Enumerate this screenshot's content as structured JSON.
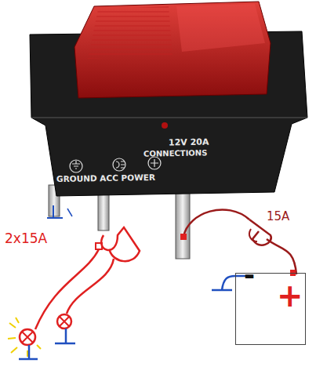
{
  "diagram": {
    "nodes": [
      {
        "text": [
          "-",
          "+"
        ]
      }
    ],
    "labels": [
      "12V 20A",
      "CONNECTIONS",
      "GROUND ACC POWER",
      "2x15A",
      "15A"
    ]
  }
}
